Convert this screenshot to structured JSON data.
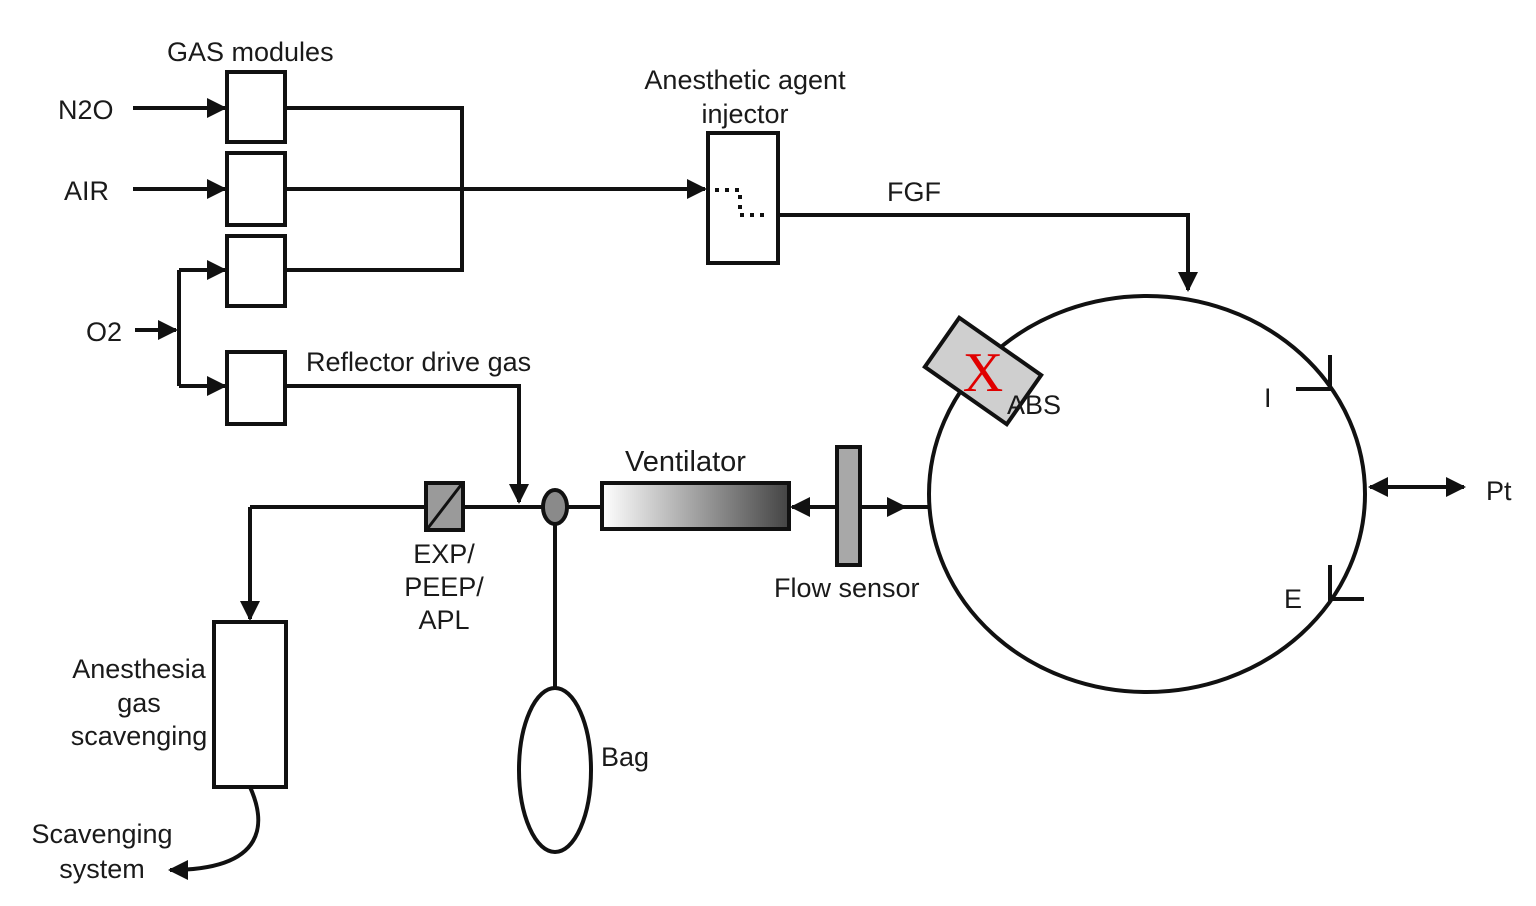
{
  "labels": {
    "gas_modules": "GAS modules",
    "n2o": "N2O",
    "air": "AIR",
    "o2": "O2",
    "injector_line1": "Anesthetic agent",
    "injector_line2": "injector",
    "fgf": "FGF",
    "reflector": "Reflector drive gas",
    "ventilator": "Ventilator",
    "exp_line1": "EXP/",
    "exp_line2": "PEEP/",
    "exp_line3": "APL",
    "flow_sensor": "Flow sensor",
    "abs": "ABS",
    "abs_marker": "X",
    "valve_i": "I",
    "valve_e": "E",
    "patient": "Pt",
    "scavenging_line1": "Anesthesia",
    "scavenging_line2": "gas",
    "scavenging_line3": "scavenging",
    "system_line1": "Scavenging",
    "system_line2": "system",
    "bag": "Bag"
  },
  "colors": {
    "line": "#111111",
    "abs_marker": "#e00000",
    "component_fill": "#b5b5b5"
  }
}
